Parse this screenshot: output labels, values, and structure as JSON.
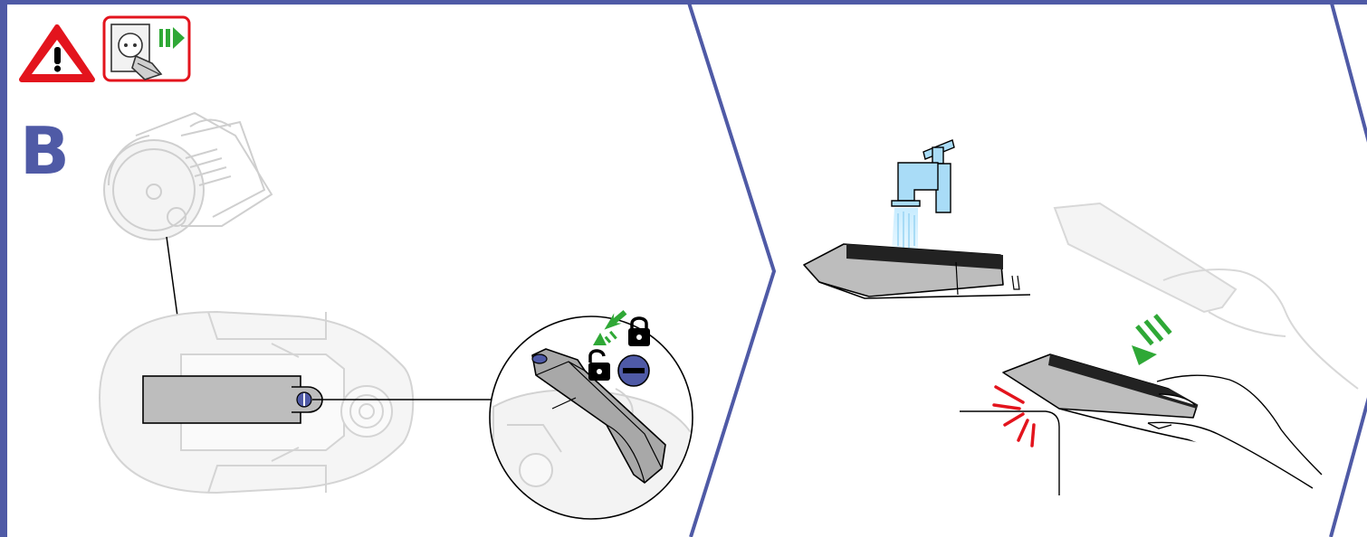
{
  "manual_page": {
    "step_letter": "B",
    "panels": [
      {
        "id": "open-filter-cover",
        "icons": [
          "warning-triangle-icon",
          "unplug-from-mains-icon"
        ]
      },
      {
        "id": "rinse-and-refit-filter",
        "icons": [
          "water-tap-icon",
          "push-down-arrows-icon",
          "click-sound-marks-icon"
        ]
      }
    ],
    "lock_states": [
      "unlocked-padlock-icon",
      "locked-padlock-icon"
    ],
    "colors": {
      "frame": "#4f5aa6",
      "step_letter": "#4f5aa6",
      "warning_red": "#e3141d",
      "arrow_green": "#2fa836",
      "water_blue": "#a9dcf7",
      "filter_grey": "#b3b3b3",
      "machine_ghost": "#e6e6e6",
      "knob_blue": "#4f5aa6"
    }
  }
}
